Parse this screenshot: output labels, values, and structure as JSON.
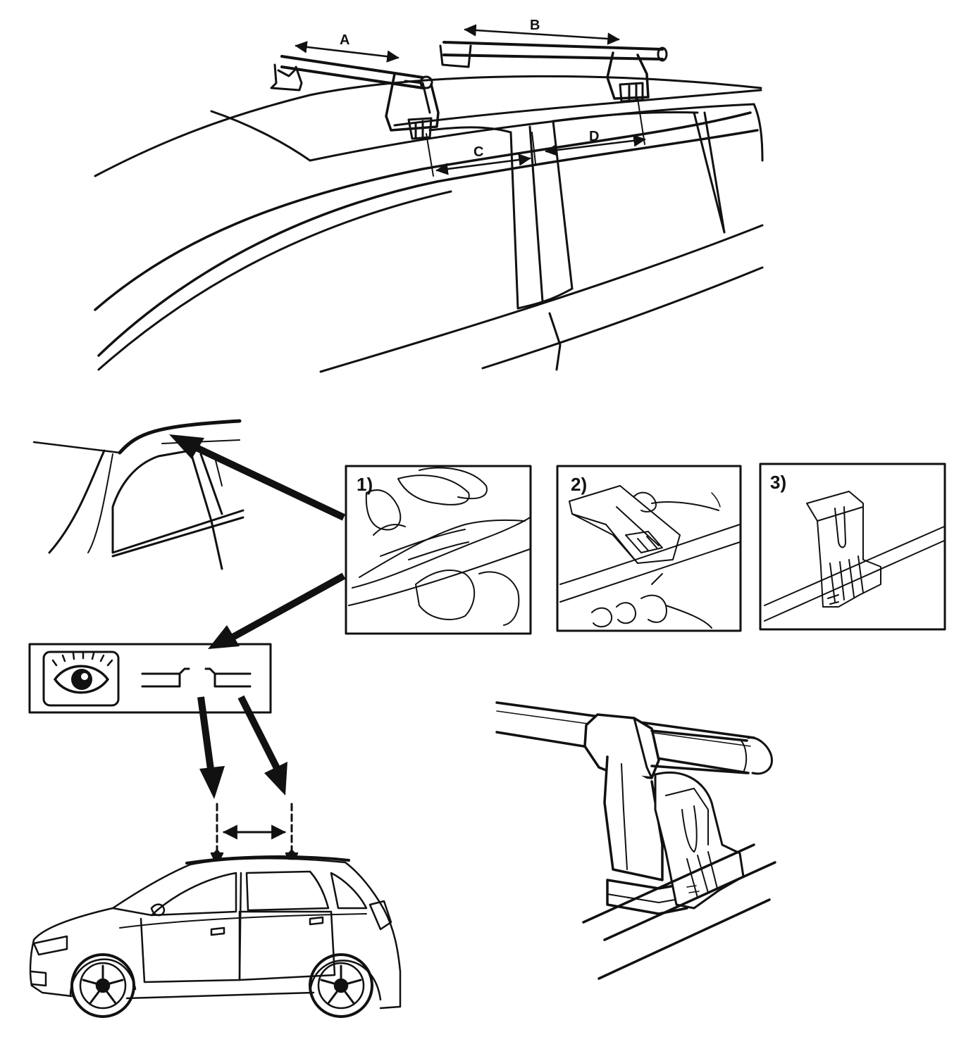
{
  "diagram": {
    "dimension_labels": {
      "a": "A",
      "b": "B",
      "c": "C",
      "d": "D"
    },
    "steps": [
      {
        "label": "1)"
      },
      {
        "label": "2)"
      },
      {
        "label": "3)"
      }
    ],
    "icons": {
      "inspect": "eye-icon",
      "clearance": "profile-gap-icon"
    },
    "colors": {
      "ink": "#111111",
      "paper": "#ffffff"
    }
  }
}
